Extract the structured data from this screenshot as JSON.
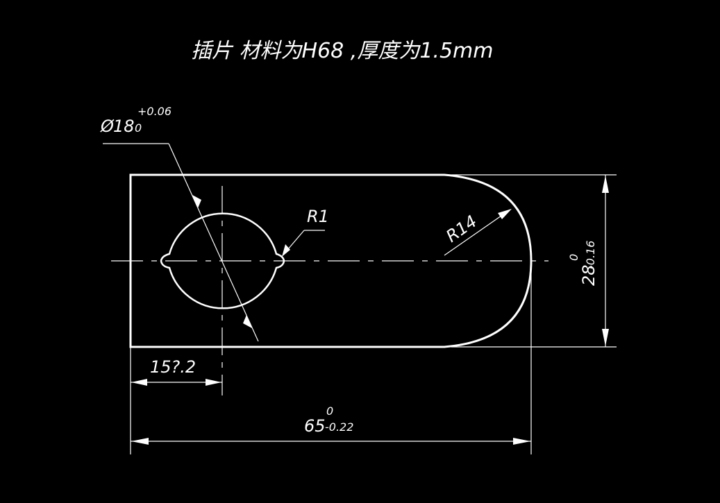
{
  "drawing": {
    "title": "插片  材料为H68 ,厚度为1.5mm",
    "dimensions": {
      "hole_diameter": {
        "symbol": "Ø",
        "value": "18",
        "upper_tol": "+0.06",
        "lower_tol": "0"
      },
      "notch_radius": "R1",
      "end_radius": "R14",
      "height": {
        "value": "28",
        "upper_tol": "0",
        "lower_tol": "-0.16"
      },
      "hole_position": "15?.2",
      "length": {
        "value": "65",
        "upper_tol": "0",
        "lower_tol": "-0.22"
      }
    },
    "colors": {
      "background": "#000000",
      "lines": "#ffffff"
    }
  }
}
